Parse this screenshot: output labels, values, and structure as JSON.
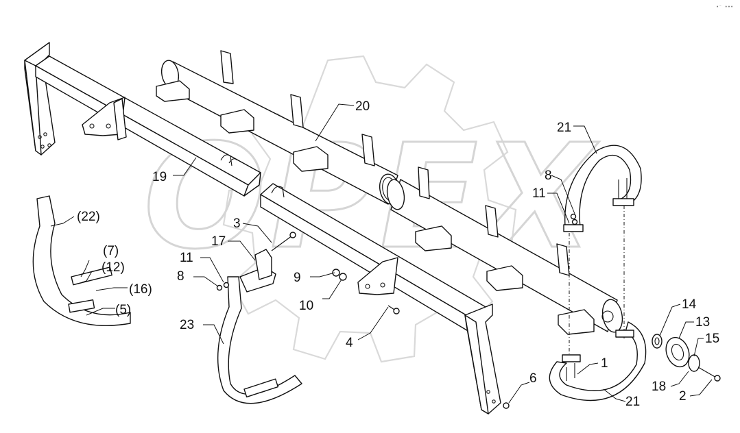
{
  "watermark": "OPEX",
  "corner_code": "•⁻ •••",
  "callouts": [
    {
      "id": "c20",
      "text": "20"
    },
    {
      "id": "c19",
      "text": "19"
    },
    {
      "id": "c21a",
      "text": "21"
    },
    {
      "id": "c8a",
      "text": "8"
    },
    {
      "id": "c11a",
      "text": "11"
    },
    {
      "id": "c22",
      "text": "(22)"
    },
    {
      "id": "c3",
      "text": "3"
    },
    {
      "id": "c17",
      "text": "17"
    },
    {
      "id": "c7",
      "text": "(7)"
    },
    {
      "id": "c12",
      "text": "(12)"
    },
    {
      "id": "c11b",
      "text": "11"
    },
    {
      "id": "c8b",
      "text": "8"
    },
    {
      "id": "c9",
      "text": "9"
    },
    {
      "id": "c16",
      "text": "(16)"
    },
    {
      "id": "c10",
      "text": "10"
    },
    {
      "id": "c5",
      "text": "(5)"
    },
    {
      "id": "c14",
      "text": "14"
    },
    {
      "id": "c13",
      "text": "13"
    },
    {
      "id": "c23",
      "text": "23"
    },
    {
      "id": "c15",
      "text": "15"
    },
    {
      "id": "c4",
      "text": "4"
    },
    {
      "id": "c1",
      "text": "1"
    },
    {
      "id": "c6",
      "text": "6"
    },
    {
      "id": "c18",
      "text": "18"
    },
    {
      "id": "c2",
      "text": "2"
    },
    {
      "id": "c21b",
      "text": "21"
    }
  ]
}
